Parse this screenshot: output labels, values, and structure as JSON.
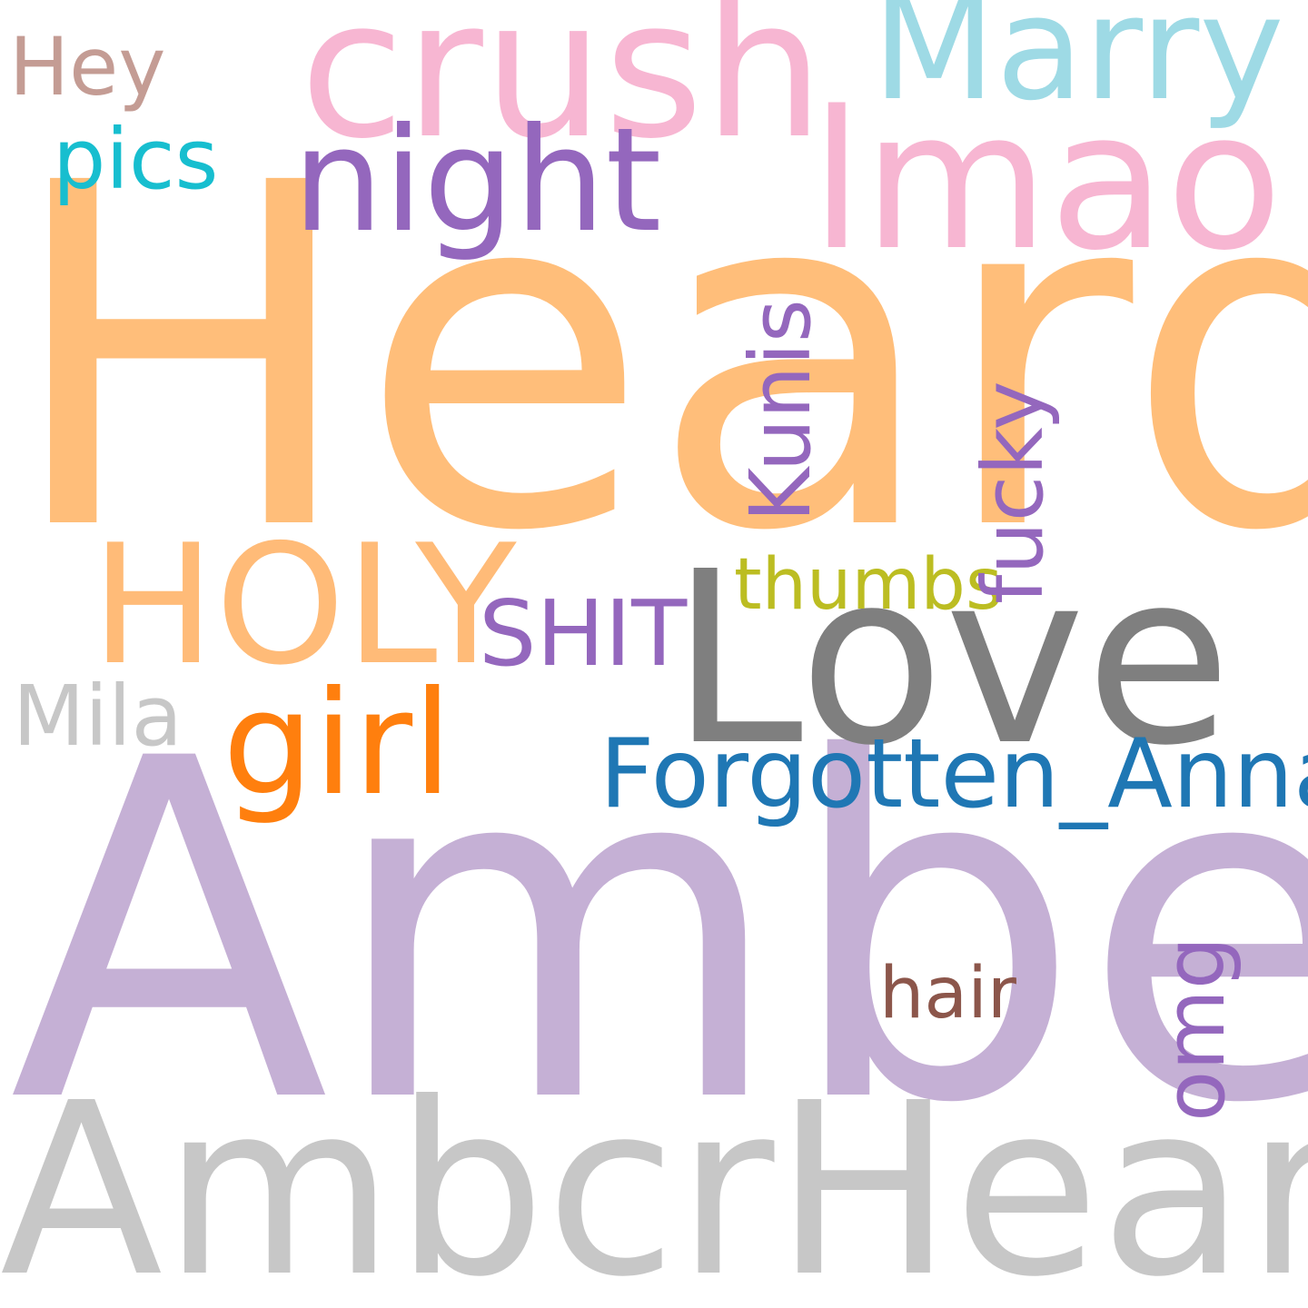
{
  "words": {
    "heard": {
      "text": "Heard",
      "color": "#FFBE7A"
    },
    "amber": {
      "text": "Amber",
      "color": "#C5B0D5"
    },
    "ambcrheard": {
      "text": "AmbcrHeard",
      "color": "#C7C7C7"
    },
    "love": {
      "text": "Love",
      "color": "#7F7F7F"
    },
    "crush": {
      "text": "crush",
      "color": "#F7B6D2"
    },
    "lmao": {
      "text": "lmao",
      "color": "#F7B6D2"
    },
    "marry": {
      "text": "Marry",
      "color": "#9EDAE5"
    },
    "night": {
      "text": "night",
      "color": "#9467BD"
    },
    "holy": {
      "text": "HOLY",
      "color": "#FFBB78"
    },
    "girl": {
      "text": "girl",
      "color": "#FF7F0E"
    },
    "forgotten": {
      "text": "Forgotten_Anna",
      "color": "#1F77B4"
    },
    "shit": {
      "text": "SHIT",
      "color": "#9467BD"
    },
    "thumbs": {
      "text": "thumbs",
      "color": "#BCBD22"
    },
    "kunis": {
      "text": "Kunis",
      "color": "#9467BD"
    },
    "fucky": {
      "text": "fucky",
      "color": "#9467BD"
    },
    "mila": {
      "text": "Mila",
      "color": "#C7C7C7"
    },
    "hey": {
      "text": "Hey",
      "color": "#C49C94"
    },
    "pics": {
      "text": "pics",
      "color": "#17BECF"
    },
    "hair": {
      "text": "hair",
      "color": "#8C564B"
    },
    "omg": {
      "text": "omg",
      "color": "#9467BD"
    }
  }
}
